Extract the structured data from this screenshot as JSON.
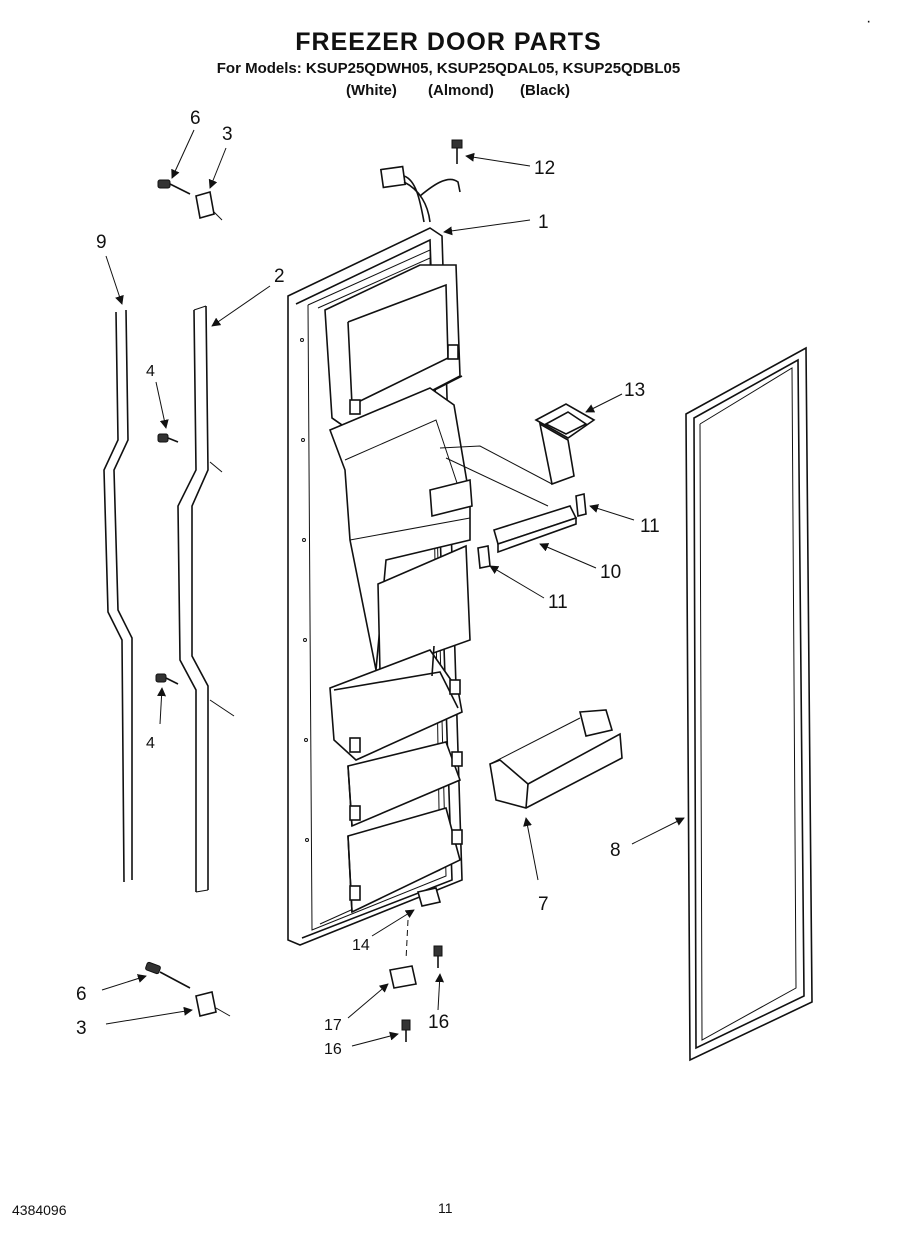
{
  "header": {
    "title": "FREEZER DOOR PARTS",
    "models_line": "For Models: KSUP25QDWH05, KSUP25QDAL05, KSUP25QDBL05",
    "colors": [
      "(White)",
      "(Almond)",
      "(Black)"
    ]
  },
  "callouts": {
    "c1": "1",
    "c2": "2",
    "c3a": "3",
    "c3b": "3",
    "c4a": "4",
    "c4b": "4",
    "c6a": "6",
    "c6b": "6",
    "c7": "7",
    "c8": "8",
    "c9": "9",
    "c10": "10",
    "c11a": "11",
    "c11b": "11",
    "c12": "12",
    "c13": "13",
    "c14": "14",
    "c16a": "16",
    "c16b": "16",
    "c17": "17"
  },
  "footer": {
    "doc_number": "4384096",
    "page_number": "11"
  }
}
